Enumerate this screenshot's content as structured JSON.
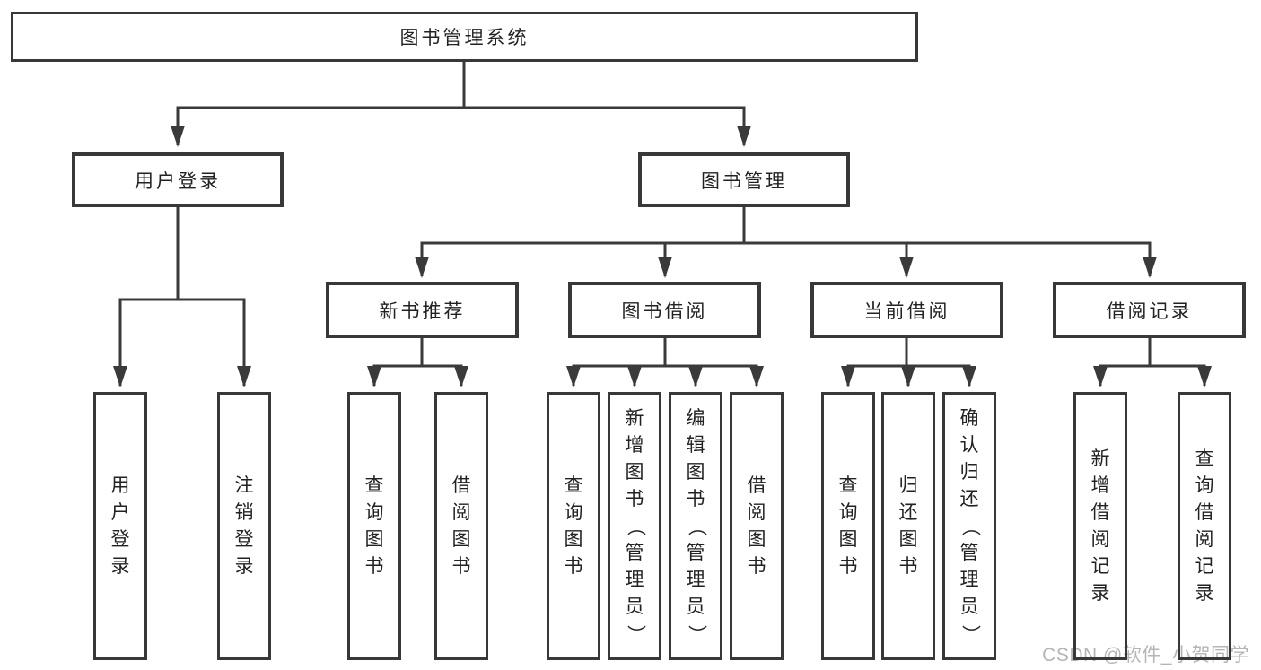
{
  "diagram_type": "functional-structure-tree",
  "tree": {
    "label": "图书管理系统",
    "children": [
      {
        "label": "用户登录",
        "children": [
          {
            "label": "用户登录"
          },
          {
            "label": "注销登录"
          }
        ]
      },
      {
        "label": "图书管理",
        "children": [
          {
            "label": "新书推荐",
            "children": [
              {
                "label": "查询图书"
              },
              {
                "label": "借阅图书"
              }
            ]
          },
          {
            "label": "图书借阅",
            "children": [
              {
                "label": "查询图书"
              },
              {
                "label": "新增图书（管理员）"
              },
              {
                "label": "编辑图书（管理员）"
              },
              {
                "label": "借阅图书"
              }
            ]
          },
          {
            "label": "当前借阅",
            "children": [
              {
                "label": "查询图书"
              },
              {
                "label": "归还图书"
              },
              {
                "label": "确认归还（管理员）"
              }
            ]
          },
          {
            "label": "借阅记录",
            "children": [
              {
                "label": "新增借阅记录"
              },
              {
                "label": "查询借阅记录"
              }
            ]
          }
        ]
      }
    ]
  },
  "watermark": {
    "text": "CSDN @软件_小贺同学"
  },
  "colors": {
    "line": "#3a3a3a",
    "box_border": "#383838",
    "text": "#222222",
    "watermark": "#b5b5b5",
    "background": "#ffffff"
  }
}
